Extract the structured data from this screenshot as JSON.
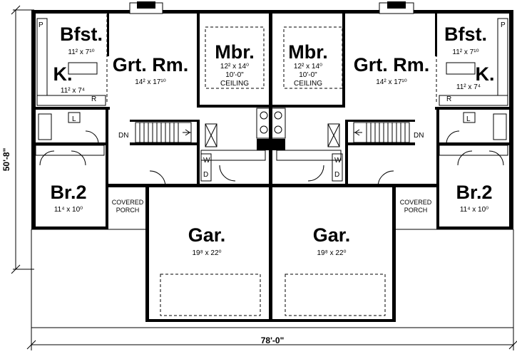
{
  "dimensions": {
    "overall_width": "78'-0\"",
    "overall_depth": "50'-8\""
  },
  "left_unit": {
    "bfst": {
      "name": "Bfst.",
      "size": "11² x 7¹⁰"
    },
    "kitchen": {
      "name": "K.",
      "size": "11² x 7⁴"
    },
    "grt_rm": {
      "name": "Grt. Rm.",
      "size": "14² x 17¹⁰"
    },
    "mbr": {
      "name": "Mbr.",
      "size": "12² x 14⁰",
      "ceiling_1": "10'-0\"",
      "ceiling_2": "CEILING"
    },
    "br2": {
      "name": "Br.2",
      "size": "11⁴ x 10⁰"
    },
    "porch_1": "COVERED",
    "porch_2": "PORCH",
    "garage": {
      "name": "Gar.",
      "size": "19⁸ x 22⁰"
    },
    "dn": "DN",
    "tags": {
      "p": "P",
      "r": "R",
      "l": "L",
      "w": "W",
      "d": "D"
    }
  },
  "right_unit": {
    "bfst": {
      "name": "Bfst.",
      "size": "11² x 7¹⁰"
    },
    "kitchen": {
      "name": "K.",
      "size": "11² x 7⁴"
    },
    "grt_rm": {
      "name": "Grt. Rm.",
      "size": "14² x 17¹⁰"
    },
    "mbr": {
      "name": "Mbr.",
      "size": "12² x 14⁰",
      "ceiling_1": "10'-0\"",
      "ceiling_2": "CEILING"
    },
    "br2": {
      "name": "Br.2",
      "size": "11⁴ x 10⁰"
    },
    "porch_1": "COVERED",
    "porch_2": "PORCH",
    "garage": {
      "name": "Gar.",
      "size": "19⁸ x 22⁰"
    },
    "dn": "DN",
    "tags": {
      "p": "P",
      "r": "R",
      "l": "L",
      "w": "W",
      "d": "D"
    }
  }
}
